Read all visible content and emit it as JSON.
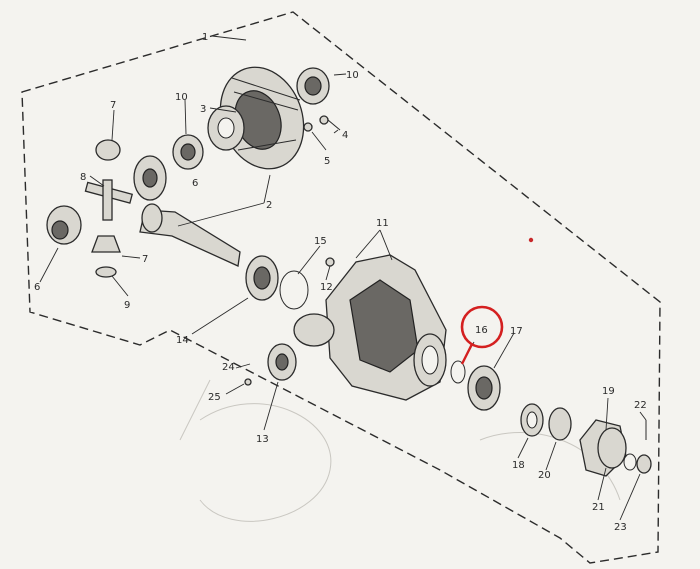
{
  "diagram": {
    "labels": {
      "p1": "1",
      "p2": "2",
      "p3": "3",
      "p4": "4",
      "p5": "5",
      "p6": "6",
      "p6b": "6",
      "p7a": "7",
      "p7b": "7",
      "p8": "8",
      "p9": "9",
      "p10a": "10",
      "p10b": "10",
      "p11": "11",
      "p12": "12",
      "p13": "13",
      "p14": "14",
      "p15": "15",
      "p16": "16",
      "p17": "17",
      "p18": "18",
      "p19": "19",
      "p20": "20",
      "p21": "21",
      "p22": "22",
      "p23": "23",
      "p24": "24",
      "p25": "25"
    },
    "colors": {
      "highlight_circle": "#d42020",
      "red_dot": "#c8282a",
      "ink": "#2b2b2b"
    }
  }
}
